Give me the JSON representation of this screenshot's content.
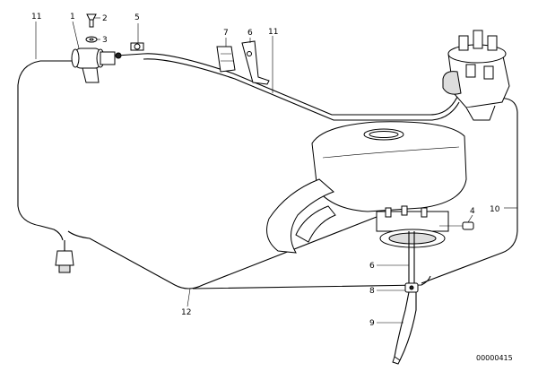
{
  "callouts": {
    "c1": "1",
    "c2": "2",
    "c3": "3",
    "c4": "4",
    "c5": "5",
    "c6_top": "6",
    "c6_low": "6",
    "c7": "7",
    "c8": "8",
    "c9": "9",
    "c10": "10",
    "c11_left": "11",
    "c11_mid": "11",
    "c12": "12"
  },
  "reference_number": "00000415"
}
